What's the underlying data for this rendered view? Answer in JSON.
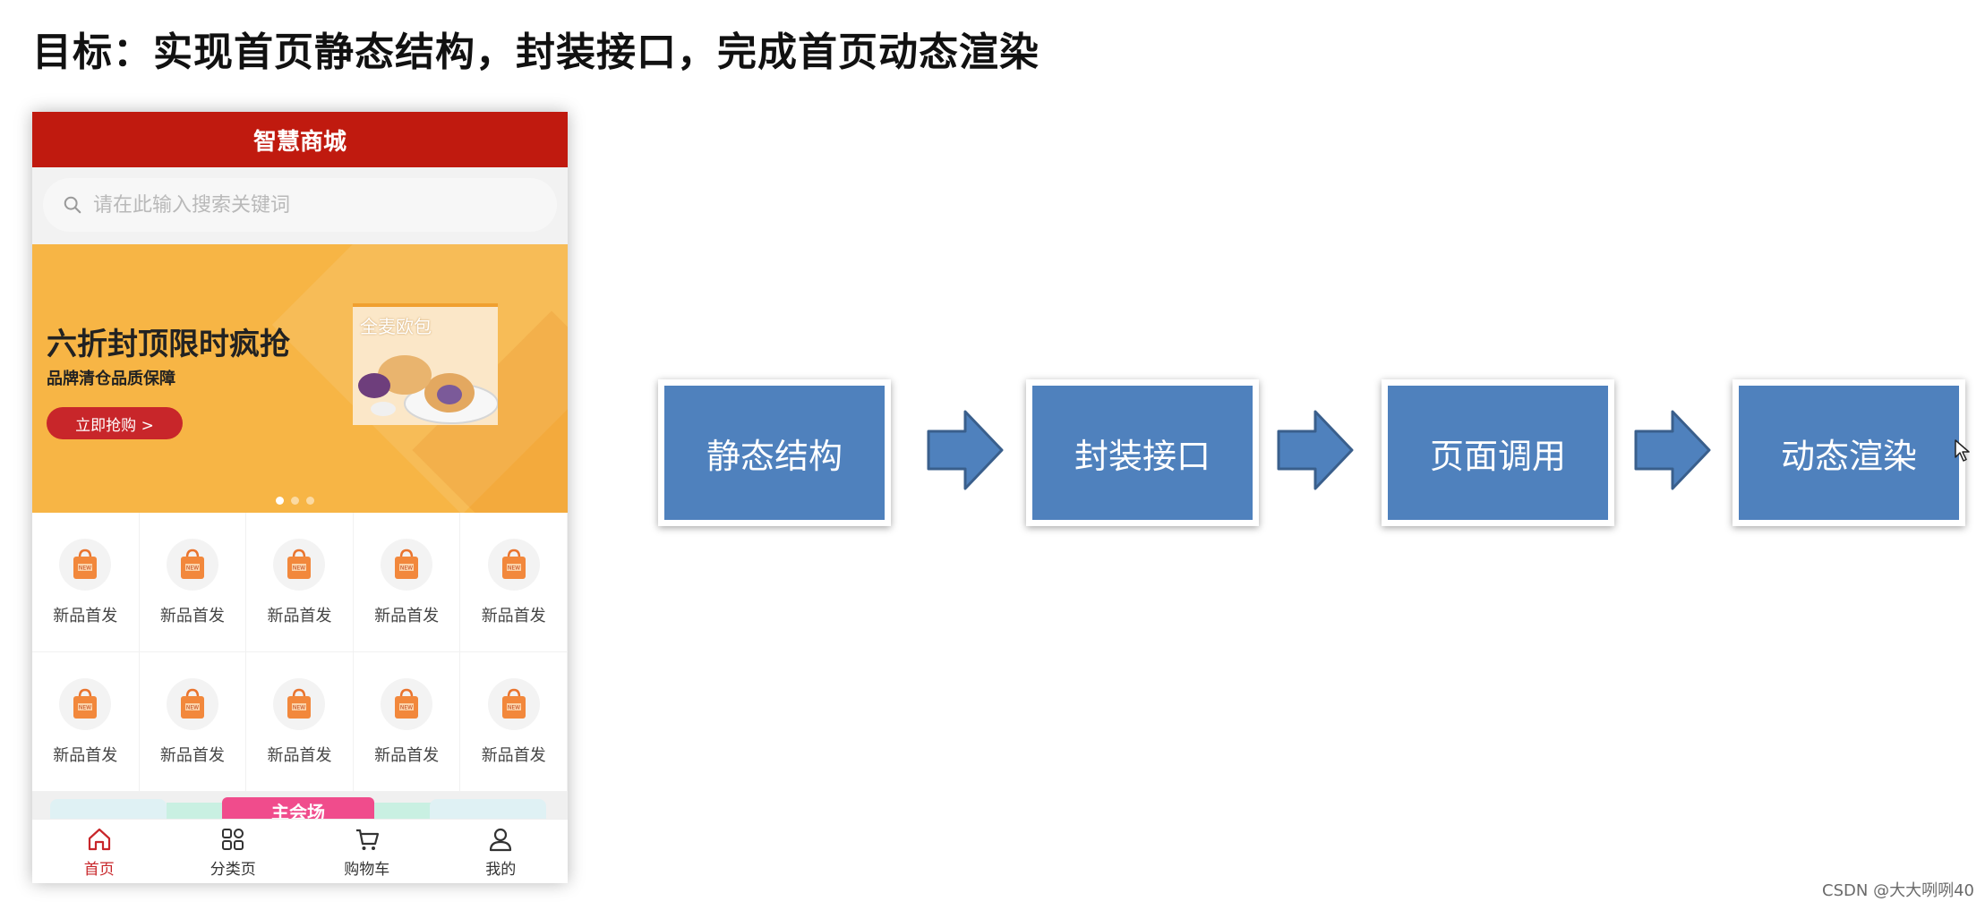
{
  "slide": {
    "title": "目标：实现首页静态结构，封装接口，完成首页动态渲染",
    "watermark": "CSDN @大大咧咧40"
  },
  "phone": {
    "nav_title": "智慧商城",
    "search": {
      "placeholder": "请在此输入搜索关键词",
      "icon": "search-icon"
    },
    "banner": {
      "headline": "六折封顶限时疯抢",
      "subline": "品牌清仓品质保障",
      "button_label": "立即抢购 >",
      "product_label": "全麦欧包",
      "dot_count": 3,
      "active_dot": 0,
      "bg_color": "#f7b545"
    },
    "categories": [
      {
        "label": "新品首发",
        "icon": "shopping-bag-icon"
      },
      {
        "label": "新品首发",
        "icon": "shopping-bag-icon"
      },
      {
        "label": "新品首发",
        "icon": "shopping-bag-icon"
      },
      {
        "label": "新品首发",
        "icon": "shopping-bag-icon"
      },
      {
        "label": "新品首发",
        "icon": "shopping-bag-icon"
      },
      {
        "label": "新品首发",
        "icon": "shopping-bag-icon"
      },
      {
        "label": "新品首发",
        "icon": "shopping-bag-icon"
      },
      {
        "label": "新品首发",
        "icon": "shopping-bag-icon"
      },
      {
        "label": "新品首发",
        "icon": "shopping-bag-icon"
      },
      {
        "label": "新品首发",
        "icon": "shopping-bag-icon"
      }
    ],
    "category_badge": "NEW",
    "promo_label": "主会场",
    "tabs": [
      {
        "label": "首页",
        "icon": "home-icon",
        "active": true
      },
      {
        "label": "分类页",
        "icon": "category-grid-icon",
        "active": false
      },
      {
        "label": "购物车",
        "icon": "cart-icon",
        "active": false
      },
      {
        "label": "我的",
        "icon": "user-icon",
        "active": false
      }
    ],
    "accent_color": "#c01a0f"
  },
  "flow": {
    "steps": [
      {
        "label": "静态结构"
      },
      {
        "label": "封装接口"
      },
      {
        "label": "页面调用"
      },
      {
        "label": "动态渲染"
      }
    ],
    "box_color": "#4f81bd",
    "arrow_icon": "right-arrow-icon"
  }
}
